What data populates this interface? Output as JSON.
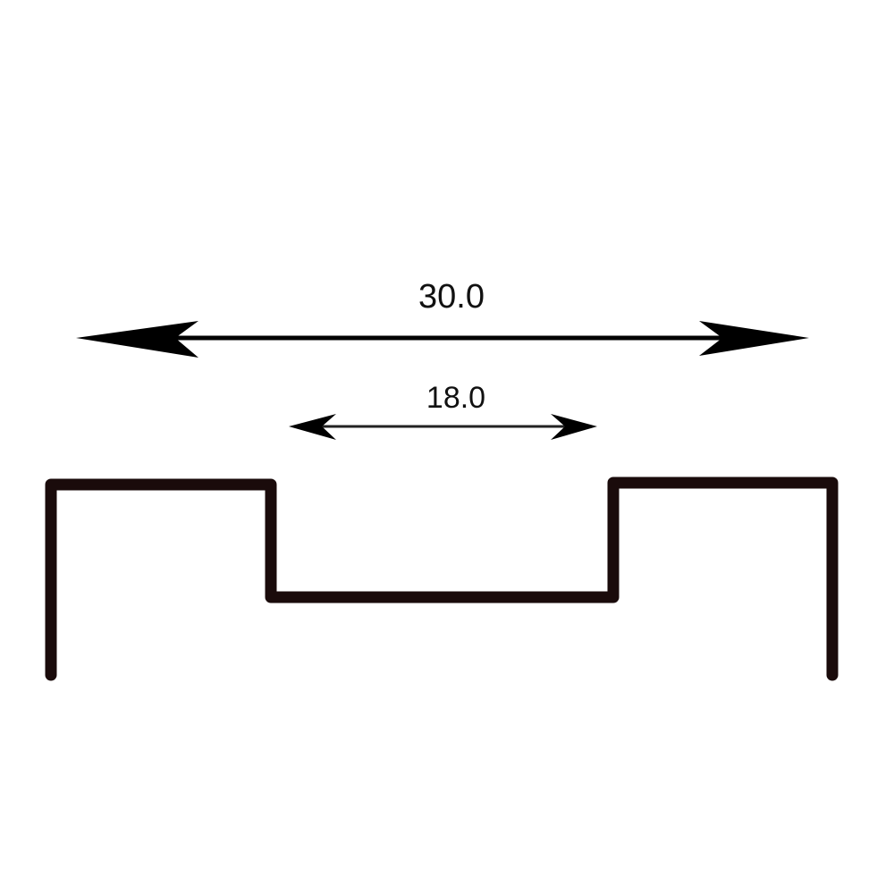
{
  "dimensions": {
    "overall_width": {
      "label": "30.0",
      "value": 30.0
    },
    "slot_width": {
      "label": "18.0",
      "value": 18.0
    }
  },
  "colors": {
    "profile": "#1a0b0b",
    "dimension_line": "#000000",
    "background": "#ffffff"
  }
}
